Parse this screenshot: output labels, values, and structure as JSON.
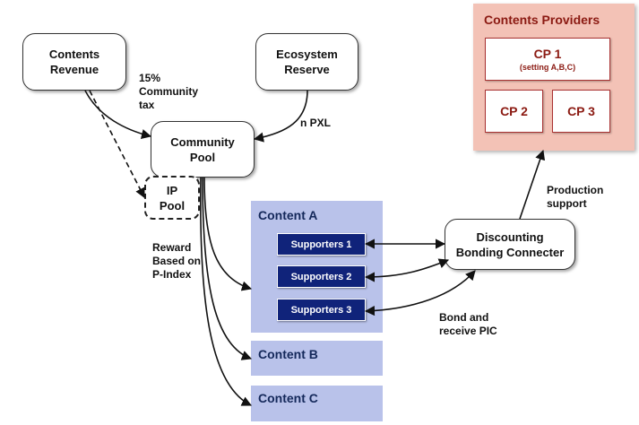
{
  "nodes": {
    "contents_revenue": "Contents\nRevenue",
    "ecosystem_reserve": "Ecosystem\nReserve",
    "community_pool": "Community\nPool",
    "ip_pool": "IP\nPool",
    "bonding_connecter": "Discounting\nBonding Connecter"
  },
  "labels": {
    "community_tax": "15%\nCommunity\ntax",
    "n_pxl": "n PXL",
    "reward": "Reward\nBased on\nP-Index",
    "production_support": "Production\nsupport",
    "bond_receive": "Bond and\nreceive PIC"
  },
  "contents_providers": {
    "title": "Contents Providers",
    "cp1": "CP 1",
    "cp1_note": "(setting A,B,C)",
    "cp2": "CP 2",
    "cp3": "CP 3"
  },
  "contents": {
    "a": "Content A",
    "b": "Content B",
    "c": "Content C",
    "supporters": [
      "Supporters 1",
      "Supporters 2",
      "Supporters 3"
    ]
  },
  "colors": {
    "providers_panel": "#f3c2b6",
    "content_panel": "#b9c2ea",
    "supporter_box": "#10237a"
  }
}
